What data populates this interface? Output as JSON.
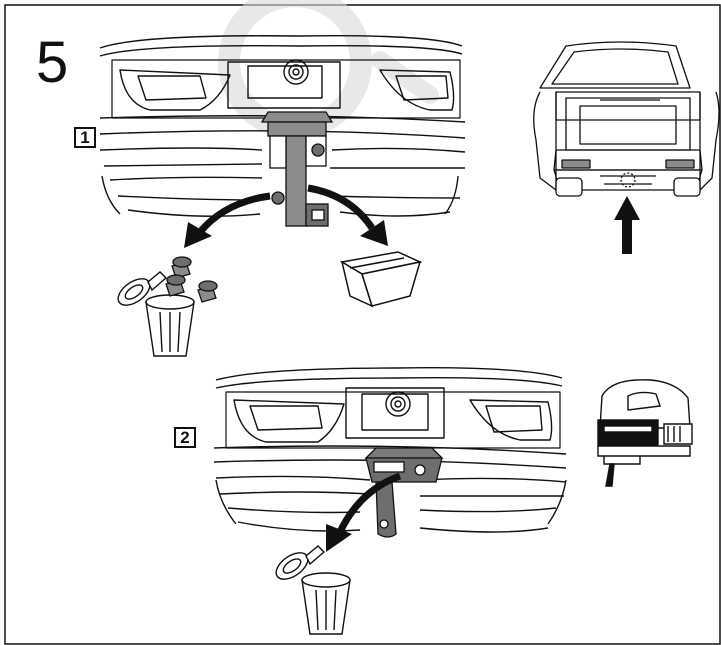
{
  "step": {
    "number": "5"
  },
  "substeps": [
    {
      "label": "1"
    },
    {
      "label": "2"
    }
  ],
  "icons": {
    "vehicle_rear": "car-rear-view-icon",
    "arrow": "up-arrow-icon",
    "bin": "trash-bin-icon",
    "box": "storage-box-icon",
    "saw": "jigsaw-icon"
  },
  "colors": {
    "line": "#111111",
    "bracket": "#8c8c8c",
    "bracket_dark": "#6e6e6e",
    "watermark": "#d9d9d9"
  }
}
